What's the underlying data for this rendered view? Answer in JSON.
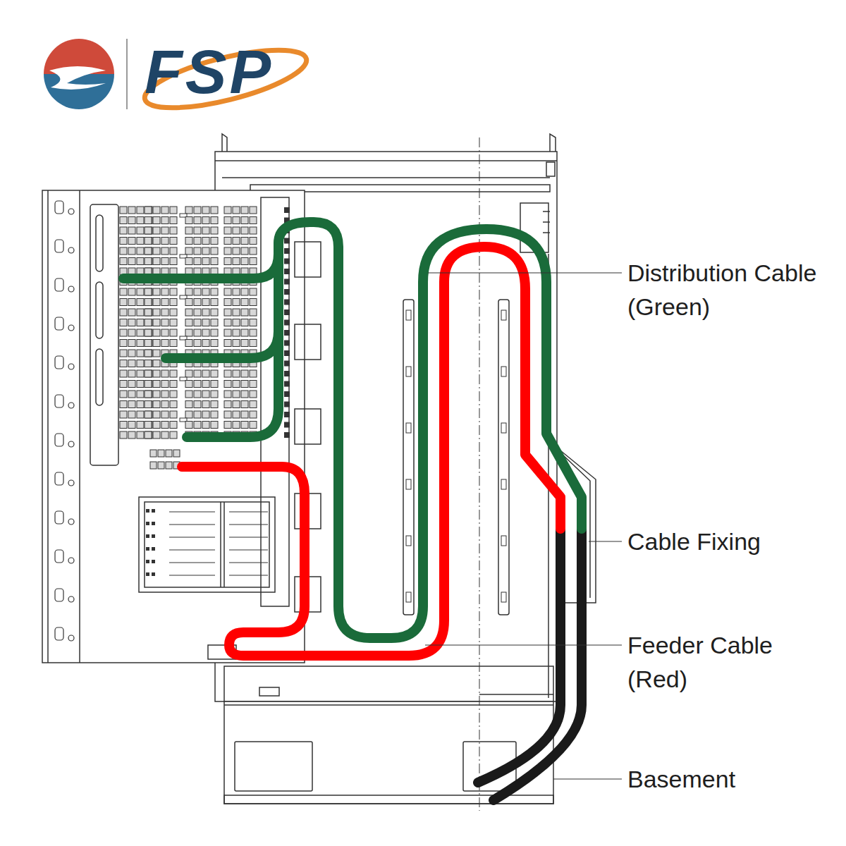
{
  "diagram": {
    "labels": [
      "FSP",
      "Distribution Cable (Green)",
      "Cable Fixing",
      "Feeder Cable (Red)",
      "Basement"
    ]
  }
}
